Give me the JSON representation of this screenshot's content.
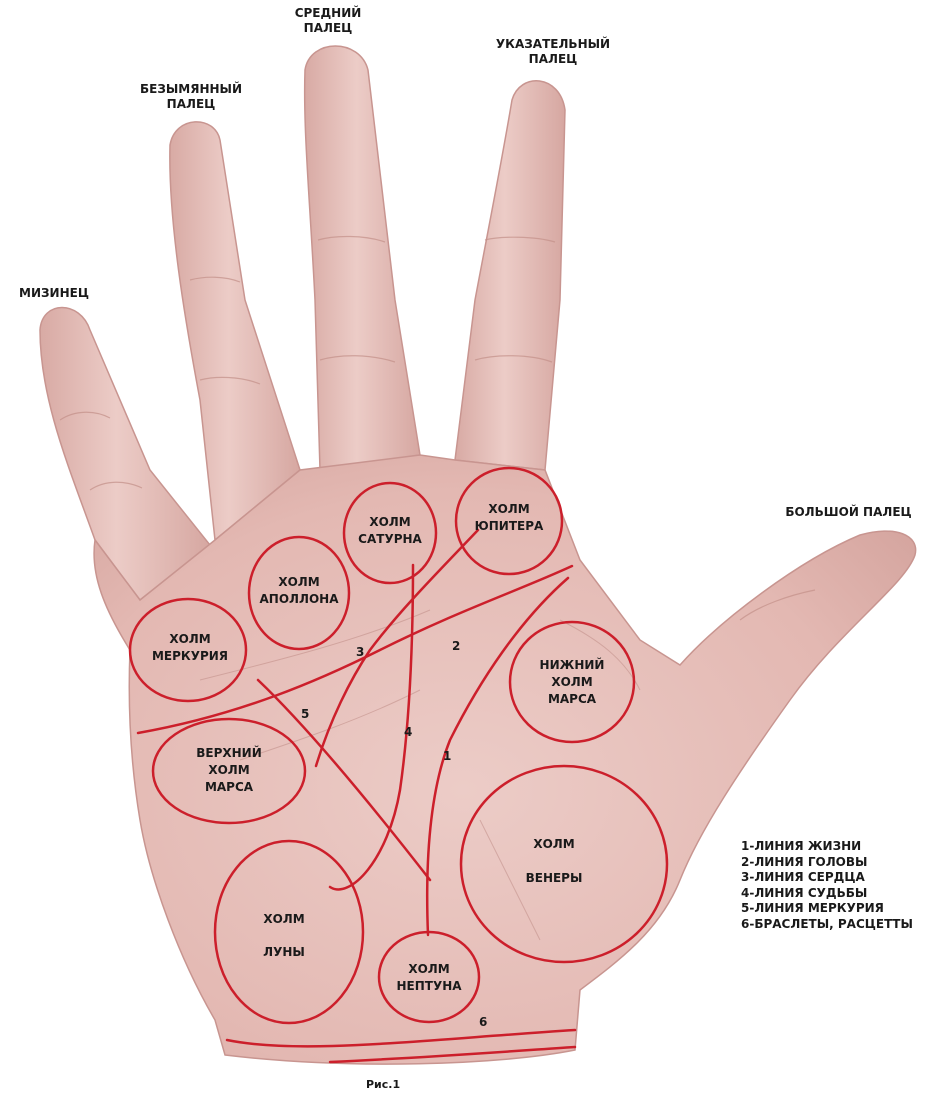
{
  "fingers": {
    "middle": [
      "СРЕДНИЙ",
      "ПАЛЕЦ"
    ],
    "ring": [
      "БЕЗЫМЯННЫЙ",
      "ПАЛЕЦ"
    ],
    "index": [
      "УКАЗАТЕЛЬНЫЙ",
      "ПАЛЕЦ"
    ],
    "little": "МИЗИНЕЦ",
    "thumb": "БОЛЬШОЙ ПАЛЕЦ"
  },
  "mounts": {
    "saturn": [
      "ХОЛМ",
      "САТУРНА"
    ],
    "jupiter": [
      "ХОЛМ",
      "ЮПИТЕРА"
    ],
    "apollo": [
      "ХОЛМ",
      "АПОЛЛОНА"
    ],
    "mercury": [
      "ХОЛМ",
      "МЕРКУРИЯ"
    ],
    "lower_mars": [
      "НИЖНИЙ",
      "ХОЛМ",
      "МАРСА"
    ],
    "upper_mars": [
      "ВЕРХНИЙ",
      "ХОЛМ",
      "МАРСА"
    ],
    "venus": [
      "ХОЛМ",
      "ВЕНЕРЫ"
    ],
    "moon": [
      "ХОЛМ",
      "ЛУНЫ"
    ],
    "neptune": [
      "ХОЛМ",
      "НЕПТУНА"
    ]
  },
  "line_numbers": {
    "life": "1",
    "head": "2",
    "heart": "3",
    "fate": "4",
    "mercury": "5",
    "bracelets": "6"
  },
  "legend": [
    "1-ЛИНИЯ ЖИЗНИ",
    "2-ЛИНИЯ ГОЛОВЫ",
    "3-ЛИНИЯ СЕРДЦА",
    "4-ЛИНИЯ СУДЬБЫ",
    "5-ЛИНИЯ МЕРКУРИЯ",
    "6-БРАСЛЕТЫ, РАСЦЕТТЫ"
  ],
  "caption": "Рис.1",
  "colors": {
    "skin": "#e7c2bd",
    "skin_shadow": "#cf9f9a",
    "annotation_red": "#cc1f2b",
    "text": "#1a1a1a"
  }
}
